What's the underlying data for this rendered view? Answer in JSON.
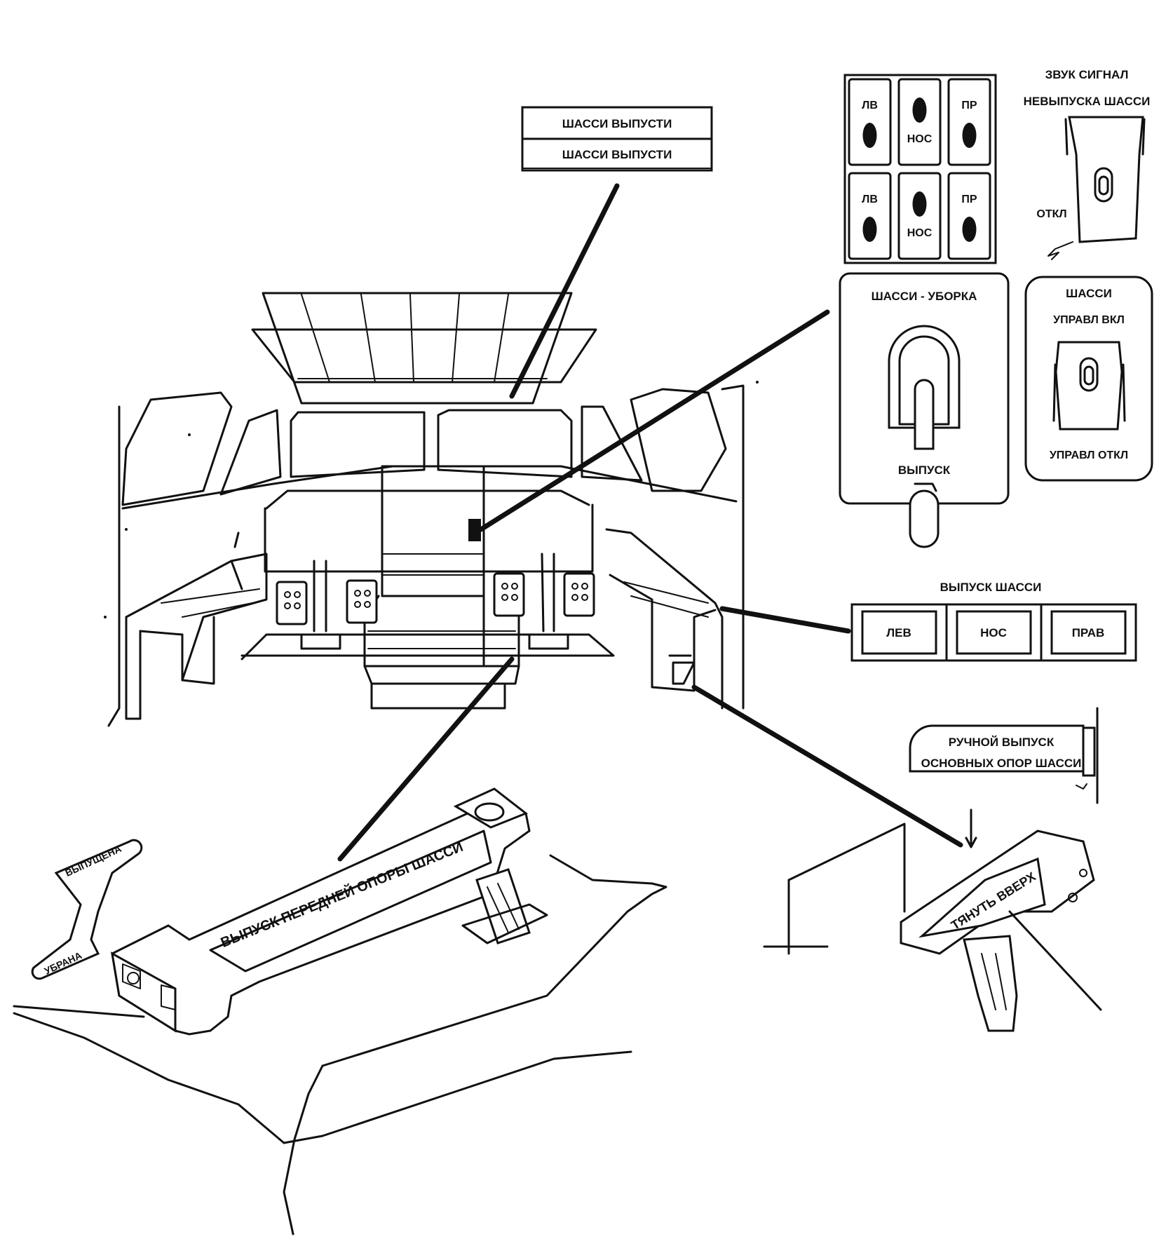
{
  "colors": {
    "ink": "#111111",
    "paper": "#ffffff"
  },
  "gear_warning_tablos": {
    "top": "ШАССИ ВЫПУСТИ",
    "bottom": "ШАССИ ВЫПУСТИ"
  },
  "gear_position_lights": {
    "rows": [
      [
        "ЛВ",
        "НОС",
        "ПР"
      ],
      [
        "ЛВ",
        "НОС",
        "ПР"
      ]
    ]
  },
  "horn_switch": {
    "title_line1": "ЗВУК СИГНАЛ",
    "title_line2": "НЕВЫПУСКА ШАССИ",
    "off_label": "ОТКЛ"
  },
  "gear_lever_panel": {
    "title": "ШАССИ - УБОРКА",
    "extend_label": "ВЫПУСК"
  },
  "gear_control_switch": {
    "title": "ШАССИ",
    "on_label": "УПРАВЛ ВКЛ",
    "off_label": "УПРАВЛ  ОТКЛ"
  },
  "gear_extension_panel": {
    "title": "ВЫПУСК ШАССИ",
    "buttons": [
      "ЛЕВ",
      "НОС",
      "ПРАВ"
    ]
  },
  "manual_release_plate": {
    "line1": "РУЧНОЙ ВЫПУСК",
    "line2": "ОСНОВНЫХ ОПОР ШАССИ"
  },
  "nose_gear_handle": {
    "label": "ВЫПУСК ПЕРЕДНЕЙ ОПОРЫ ШАССИ",
    "tag_upper": "ВЫПУЩЕНА",
    "tag_lower": "УБРАНА"
  },
  "main_gear_handle": {
    "label": "ТЯНУТЬ ВВЕРХ"
  }
}
